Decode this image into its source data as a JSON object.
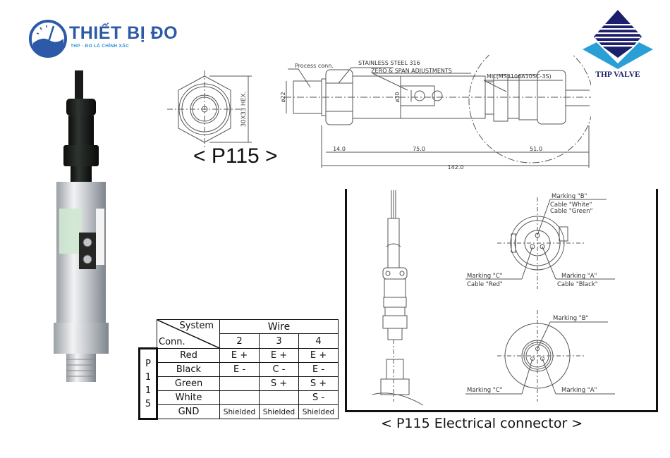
{
  "brand": {
    "name": "THIẾT BỊ ĐO",
    "tagline": "THP - ĐO LÀ CHÍNH XÁC",
    "partner_logo_label": "THP VALVE",
    "colors": {
      "brand_blue": "#2c5aa8",
      "light_blue": "#2c8fd6",
      "navy": "#1c1f6b",
      "teal": "#2a9fd6"
    }
  },
  "dimension_drawing": {
    "title": "< P115 >",
    "labels": {
      "process_conn": "Process conn.",
      "material": "STAINLESS STEEL 316",
      "adjustments": "ZERO & SPAN ADJUSTMENTS",
      "connector": "MIL(MS3106A10SC-3S)",
      "hex": "30X33 HEX.",
      "dia_22": "ø22",
      "dia_30": "ø30"
    },
    "dimensions": {
      "d1": "14.0",
      "d2": "75.0",
      "d3": "51.0",
      "total": "142.0"
    }
  },
  "wiring_table": {
    "corner_top": "System",
    "corner_bottom": "Conn.",
    "group_header": "Wire",
    "columns": [
      "2",
      "3",
      "4"
    ],
    "model_letters": [
      "P",
      "1",
      "1",
      "5"
    ],
    "rows": [
      {
        "label": "Red",
        "values": [
          "E +",
          "E +",
          "E +"
        ]
      },
      {
        "label": "Black",
        "values": [
          "E -",
          "C -",
          "E -"
        ]
      },
      {
        "label": "Green",
        "values": [
          "",
          "S +",
          "S +"
        ]
      },
      {
        "label": "White",
        "values": [
          "",
          "",
          "S -"
        ]
      },
      {
        "label": "GND",
        "values": [
          "Shielded",
          "Shielded",
          "Shielded"
        ]
      }
    ]
  },
  "electrical_connector": {
    "caption": "< P115 Electrical connector >",
    "top_view": {
      "marking_b": "Marking \"B\"",
      "cable_white": "Cable \"White\"",
      "cable_green": "Cable \"Green\"",
      "marking_c": "Marking \"C\"",
      "cable_red": "Cable \"Red\"",
      "marking_a": "Marking \"A\"",
      "cable_black": "Cable \"Black\""
    },
    "bottom_view": {
      "marking_b": "Marking \"B\"",
      "marking_c": "Marking \"C\"",
      "marking_a": "Marking \"A\""
    }
  }
}
